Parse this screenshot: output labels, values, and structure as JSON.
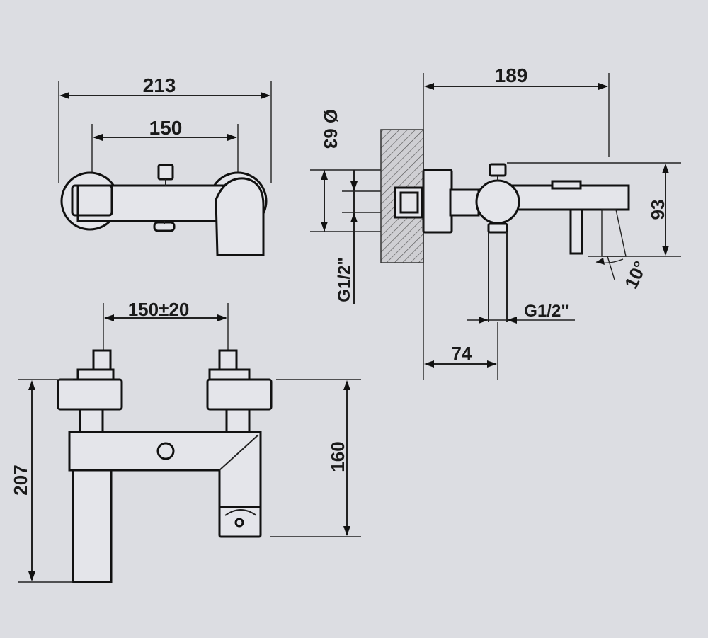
{
  "dimensions": {
    "top_view_width": "213",
    "top_view_inlet_spacing": "150",
    "side_view_depth": "189",
    "side_view_height": "93",
    "side_view_wall_depth": "74",
    "side_view_spout_angle": "10°",
    "side_view_diameter": "Ø 63",
    "side_view_inlet_thread": "G1/2\"",
    "side_view_outlet_thread": "G1/2\"",
    "front_view_inlet_spacing": "150±20",
    "front_view_total_height": "207",
    "front_view_body_height": "160"
  },
  "colors": {
    "background": "#dcdde2",
    "line": "#222222",
    "part_fill": "#e4e5ea"
  }
}
